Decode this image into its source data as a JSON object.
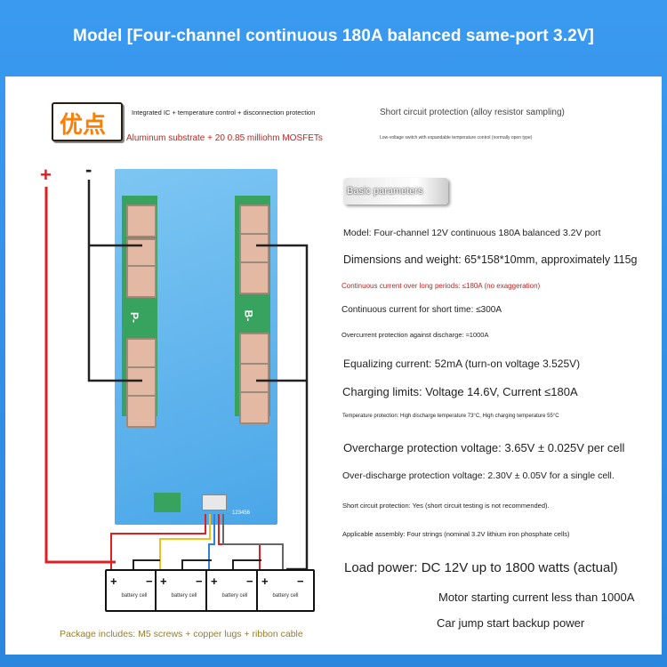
{
  "title": "Model [Four-channel continuous 180A balanced same-port 3.2V]",
  "badge": "优点",
  "features": {
    "line1": "Integrated IC + temperature control + disconnection protection",
    "line2": "Aluminum substrate + 20 0.85 milliohm MOSFETs",
    "line3": "Short circuit protection (alloy resistor sampling)",
    "line4": "Low-voltage switch with expandable temperature control (normally open type)"
  },
  "params_header": "Basic parameters",
  "params": [
    "Model: Four-channel 12V continuous 180A balanced 3.2V port",
    "Dimensions and weight: 65*158*10mm, approximately 115g",
    "Continuous current over long periods: ≤180A (no exaggeration)",
    "Continuous current for short time: ≤300A",
    "Overcurrent protection against discharge: ≈1000A",
    "Equalizing current: 52mA (turn-on voltage 3.525V)",
    "Charging limits: Voltage 14.6V, Current ≤180A",
    "Temperature protection: High discharge temperature 73°C, High charging temperature 55°C",
    "Overcharge protection voltage: 3.65V ± 0.025V per cell",
    "Over-discharge protection voltage: 2.30V ± 0.05V for a single cell.",
    "Short circuit protection: Yes (short circuit testing is not recommended).",
    "Applicable assembly: Four strings (nominal 3.2V lithium iron phosphate cells)"
  ],
  "load": {
    "line1": "Load power: DC 12V up to 1800 watts (actual)",
    "line2": "Motor starting current less than 1000A",
    "line3": "Car jump start backup power"
  },
  "package": "Package includes: M5 screws + copper lugs + ribbon cable",
  "diagram": {
    "plus": "+",
    "minus": "-",
    "p_label": "P-",
    "b_label": "B-",
    "cells": [
      "battery cell",
      "battery cell",
      "battery cell",
      "battery cell"
    ],
    "cell_plus": "+",
    "cell_minus": "−",
    "board_code": "123456"
  },
  "colors": {
    "frame": "#2f8fe6",
    "warning_red": "#c8221e",
    "package_text": "#9a7d22",
    "board_blue": "#5ab0ec",
    "board_green": "#37a35f"
  }
}
